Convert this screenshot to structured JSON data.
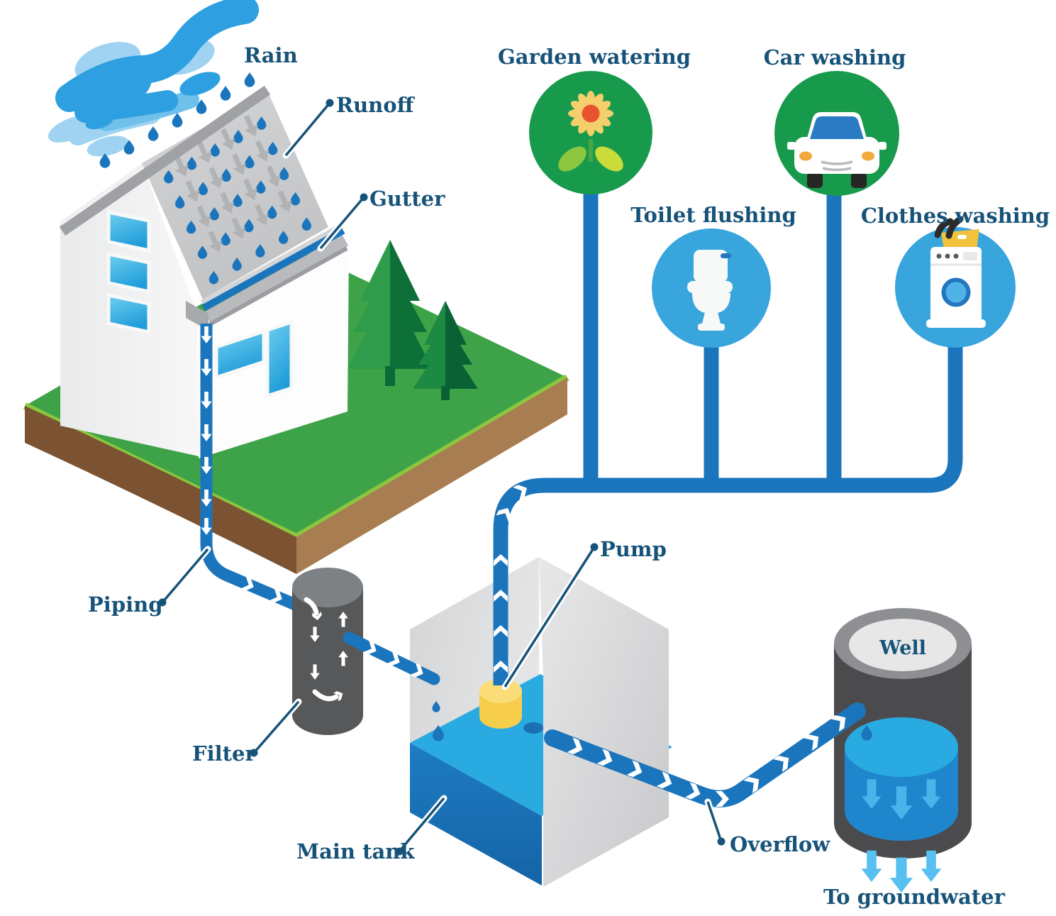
{
  "labels": {
    "rain": "Rain",
    "runoff": "Runoff",
    "gutter": "Gutter",
    "piping": "Piping",
    "filter": "Filter",
    "main_tank": "Main tank",
    "pump": "Pump",
    "overflow": "Overflow",
    "well": "Well",
    "to_groundwater": "To groundwater"
  },
  "uses": [
    {
      "label": "Garden watering",
      "icon": "sunflower-icon",
      "circle_color": "#189a4c"
    },
    {
      "label": "Car washing",
      "icon": "car-icon",
      "circle_color": "#189a4c"
    },
    {
      "label": "Toilet flushing",
      "icon": "toilet-icon",
      "circle_color": "#39a5dd"
    },
    {
      "label": "Clothes washing",
      "icon": "washing-machine-icon",
      "circle_color": "#39a5dd"
    }
  ],
  "colors": {
    "pipe_blue": "#1b75bc",
    "water_light": "#29abe2",
    "water_dark": "#1e7cc2",
    "label_navy": "#175379",
    "circle_green": "#189a4c",
    "circle_blue": "#39a5dd",
    "grass_green": "#3ea348",
    "grass_rim": "#8cc63f",
    "soil_dark": "#7b5333",
    "soil_light": "#a87d51",
    "roof_gray": "#c9cacc",
    "filter_gray": "#56585a",
    "well_gray": "#4b4b4d",
    "pump_yellow": "#f7cd4c",
    "groundwater_arrow": "#58c0f0"
  }
}
